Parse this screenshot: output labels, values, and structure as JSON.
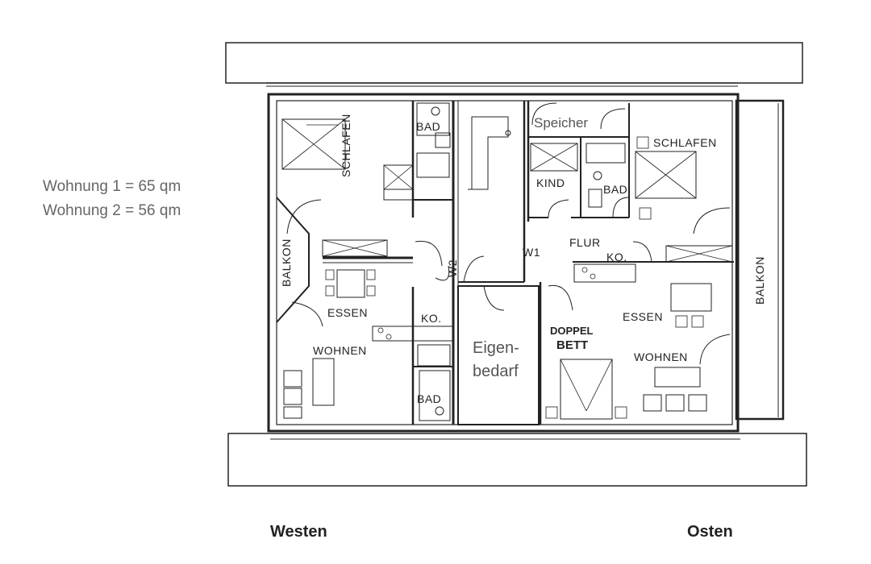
{
  "info": {
    "line1": "Wohnung 1 = 65 qm",
    "line2": "Wohnung 2 = 56 qm"
  },
  "directions": {
    "west": "Westen",
    "east": "Osten"
  },
  "rooms": {
    "schlafen_left": "SCHLAFEN",
    "bad_top_left": "BAD",
    "balkon_left": "BALKON",
    "w2": "W2",
    "essen_left": "ESSEN",
    "ko_left": "KO.",
    "wohnen_left": "WOHNEN",
    "bad_bottom_left": "BAD",
    "eigenbedarf_1": "Eigen-",
    "eigenbedarf_2": "bedarf",
    "speicher": "Speicher",
    "schlafen_right": "SCHLAFEN",
    "kind": "KIND",
    "bad_right": "BAD",
    "w1": "W1",
    "flur": "FLUR",
    "ko_right": "KO.",
    "essen_right": "ESSEN",
    "doppel": "DOPPEL",
    "bett": "BETT",
    "wohnen_right": "WOHNEN",
    "balkon_right": "BALKON"
  }
}
